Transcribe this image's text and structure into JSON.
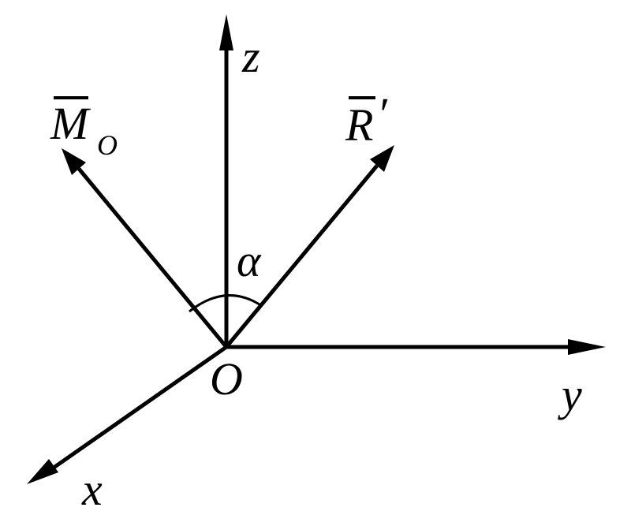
{
  "diagram": {
    "axes": {
      "x": {
        "label": "x"
      },
      "y": {
        "label": "y"
      },
      "z": {
        "label": "z"
      },
      "origin": {
        "label": "O"
      }
    },
    "vectors": {
      "moment": {
        "symbol": "M",
        "subscript": "O",
        "overbar": true
      },
      "resultant": {
        "symbol": "R",
        "prime": "′",
        "overbar": true
      }
    },
    "angle": {
      "label": "α"
    },
    "colors": {
      "ink": "#000000",
      "background": "#ffffff"
    }
  }
}
